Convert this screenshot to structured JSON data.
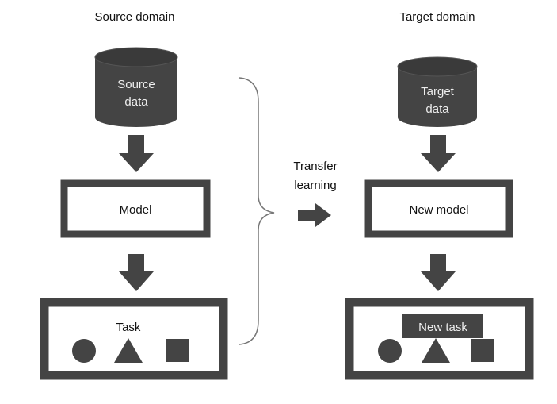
{
  "source": {
    "heading": "Source domain",
    "data_line1": "Source",
    "data_line2": "data",
    "model_label": "Model",
    "task_label": "Task"
  },
  "target": {
    "heading": "Target domain",
    "data_line1": "Target",
    "data_line2": "data",
    "model_label": "New model",
    "task_label": "New task"
  },
  "transfer": {
    "line1": "Transfer",
    "line2": "learning"
  },
  "colors": {
    "dark": "#444444",
    "cylinder_top": "#3a3a3a",
    "box_fill": "#ffffff",
    "text_dark": "#111111",
    "text_light": "#eeeeee",
    "brace": "#777777"
  },
  "icons": [
    "circle-icon",
    "triangle-icon",
    "square-icon"
  ]
}
